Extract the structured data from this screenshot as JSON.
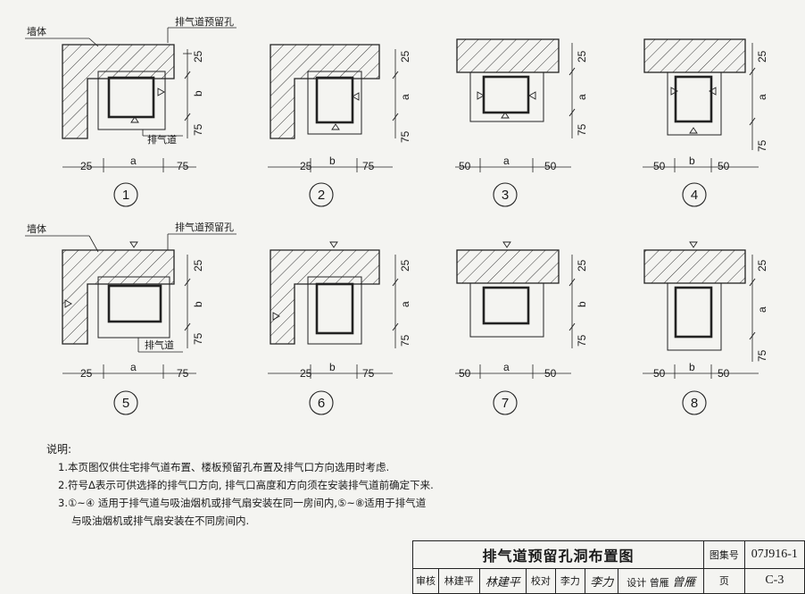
{
  "labels": {
    "wall": "墙体",
    "hole": "排气道预留孔",
    "duct": "排气道"
  },
  "dims": {
    "d25": "25",
    "d75": "75",
    "d50": "50",
    "a": "a",
    "b": "b"
  },
  "figures": [
    "1",
    "2",
    "3",
    "4",
    "5",
    "6",
    "7",
    "8"
  ],
  "notes": {
    "heading": "说明:",
    "n1": "1.本页图仅供住宅排气道布置、楼板预留孔布置及排气口方向选用时考虑.",
    "n2": "2.符号Δ表示可供选择的排气口方向, 排气口高度和方向须在安装排气道前确定下来.",
    "n3a": "3.①~④ 适用于排气道与吸油烟机或排气扇安装在同一房间内,⑤~⑧适用于排气道",
    "n3b": "与吸油烟机或排气扇安装在不同房间内."
  },
  "title_block": {
    "title": "排气道预留孔洞布置图",
    "atlas_label": "图集号",
    "atlas_no": "07J916-1",
    "page_label": "页",
    "page_no": "C-3",
    "review_label": "审核",
    "reviewer": "林建平",
    "reviewer_sig": "林建平",
    "check_label": "校对",
    "checker": "李力",
    "checker_sig": "李力",
    "design_label": "设计",
    "designer": "曾雁",
    "designer_sig": "曾雁"
  }
}
